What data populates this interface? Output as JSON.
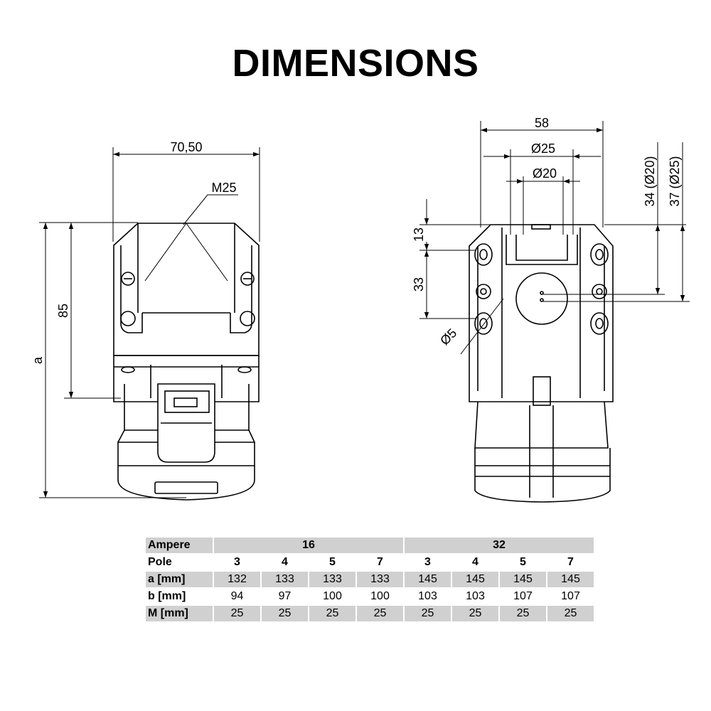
{
  "title": "DIMENSIONS",
  "drawing": {
    "left_view": {
      "width": "70,50",
      "thread": "M25",
      "height": "85",
      "overall": "a"
    },
    "right_view": {
      "width": "58",
      "bore_outer": "Ø25",
      "bore_inner": "Ø20",
      "top_offset": "13",
      "hole_spacing": "33",
      "hole_dia": "Ø5",
      "height_20": "34 (Ø20)",
      "height_25": "37 (Ø25)"
    },
    "line_color": "#000000",
    "fill_color": "#ffffff"
  },
  "table": {
    "header_color": "#d0d0d0",
    "rows": [
      {
        "label": "Ampere",
        "groups": [
          "16",
          "32"
        ]
      },
      {
        "label": "Pole",
        "cells": [
          "3",
          "4",
          "5",
          "7",
          "3",
          "4",
          "5",
          "7"
        ]
      },
      {
        "label": "a [mm]",
        "cells": [
          "132",
          "133",
          "133",
          "133",
          "145",
          "145",
          "145",
          "145"
        ]
      },
      {
        "label": "b [mm]",
        "cells": [
          "94",
          "97",
          "100",
          "100",
          "103",
          "103",
          "107",
          "107"
        ]
      },
      {
        "label": "M [mm]",
        "cells": [
          "25",
          "25",
          "25",
          "25",
          "25",
          "25",
          "25",
          "25"
        ]
      }
    ]
  }
}
